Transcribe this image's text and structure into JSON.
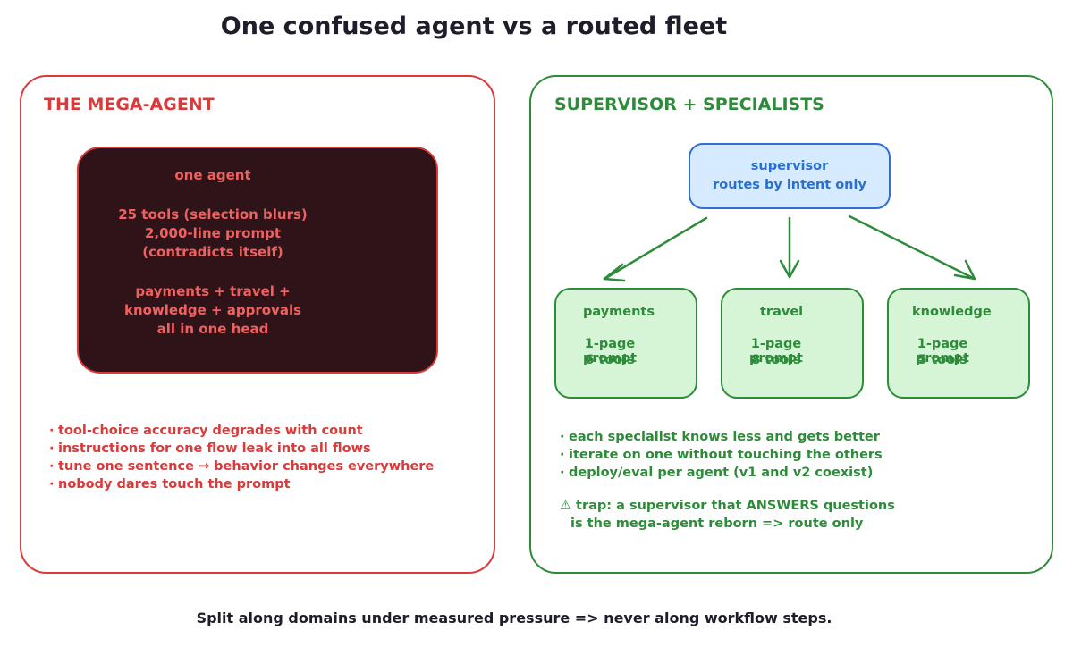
{
  "title": "One confused agent vs a routed fleet",
  "left_panel": {
    "heading": "THE MEGA-AGENT",
    "box_lines": [
      "one agent",
      "25 tools (selection blurs)",
      "2,000-line prompt",
      "(contradicts itself)",
      "payments + travel +",
      "knowledge + approvals",
      "all in one head"
    ],
    "bullets": [
      "tool-choice accuracy degrades with count",
      "instructions for one flow leak into all flows",
      "tune one sentence → behavior changes everywhere",
      "nobody dares touch the prompt"
    ]
  },
  "right_panel": {
    "heading": "SUPERVISOR + SPECIALISTS",
    "supervisor": {
      "title": "supervisor",
      "subtitle": "routes by intent only"
    },
    "specialists": [
      {
        "name": "payments",
        "prompt": "1-page prompt",
        "tools": "6 tools"
      },
      {
        "name": "travel",
        "prompt": "1-page prompt",
        "tools": "8 tools"
      },
      {
        "name": "knowledge",
        "prompt": "1-page prompt",
        "tools": "5 tools"
      }
    ],
    "bullets": [
      "each specialist knows less and gets better",
      "iterate on one without touching the others",
      "deploy/eval per agent (v1 and v2 coexist)"
    ],
    "trap_line1": "⚠ trap: a supervisor that ANSWERS questions",
    "trap_line2": "is the mega-agent reborn => route only"
  },
  "footer": "Split along domains under measured pressure => never along workflow steps.",
  "colors": {
    "red": "#d93a3a",
    "green": "#2e8b3a",
    "blue": "#2f6fd6",
    "dark_box": "#2e1418",
    "light_blue": "#d6ebff",
    "light_green": "#d6f5d6"
  }
}
